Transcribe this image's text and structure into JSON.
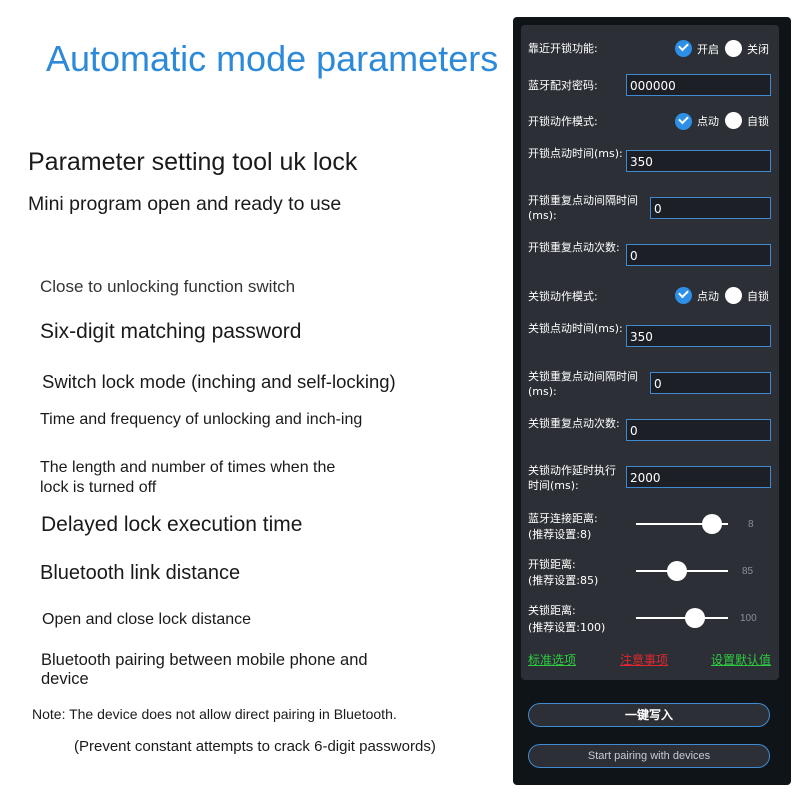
{
  "headline": "Automatic mode parameters",
  "subtitle": "Parameter setting tool uk lock",
  "intro": "Mini program open and ready to use",
  "features": [
    "Close to unlocking function switch",
    "Six-digit matching password",
    "Switch lock mode (inching and self-locking)",
    "Time and frequency of unlocking and inch-ing",
    "The length and number of times when the lock is turned off",
    "Delayed lock execution time",
    "Bluetooth link distance",
    "Open and close lock distance",
    "Bluetooth pairing between mobile phone and device"
  ],
  "note": "Note: The device does not allow direct pairing in Bluetooth.",
  "note2": "(Prevent constant attempts to crack 6-digit passwords)",
  "app": {
    "proximity_label": "靠近开锁功能:",
    "proximity_on": "开启",
    "proximity_off": "关闭",
    "password_label": "蓝牙配对密码:",
    "password_value": "000000",
    "unlock_mode_label": "开锁动作模式:",
    "mode_inch": "点动",
    "mode_self": "自锁",
    "unlock_inch_time_label": "开锁点动时间(ms):",
    "unlock_inch_time_value": "350",
    "unlock_repeat_interval_label": "开锁重复点动间隔时间(ms):",
    "unlock_repeat_interval_value": "0",
    "unlock_repeat_count_label": "开锁重复点动次数:",
    "unlock_repeat_count_value": "0",
    "lock_mode_label": "关锁动作模式:",
    "lock_inch_time_label": "关锁点动时间(ms):",
    "lock_inch_time_value": "350",
    "lock_repeat_interval_label": "关锁重复点动间隔时间(ms):",
    "lock_repeat_interval_value": "0",
    "lock_repeat_count_label": "关锁重复点动次数:",
    "lock_repeat_count_value": "0",
    "lock_delay_label": "关锁动作延时执行时间(ms):",
    "lock_delay_value": "2000",
    "bt_distance_label": "蓝牙连接距离:",
    "bt_distance_hint": "(推荐设置:8)",
    "bt_distance_value": "8",
    "unlock_distance_label": "开锁距离:",
    "unlock_distance_hint": "(推荐设置:85)",
    "unlock_distance_value": "85",
    "lock_distance_label": "关锁距离:",
    "lock_distance_hint": "(推荐设置:100)",
    "lock_distance_value": "100",
    "link_standard": "标准选项",
    "link_notice": "注意事项",
    "link_defaults": "设置默认值",
    "write_button": "一键写入",
    "pair_button": "Start pairing with devices",
    "colors": {
      "accent": "#2d8fe6",
      "link_green": "#2ecc40",
      "link_red": "#e0282e",
      "panel": "#2c3036"
    }
  }
}
